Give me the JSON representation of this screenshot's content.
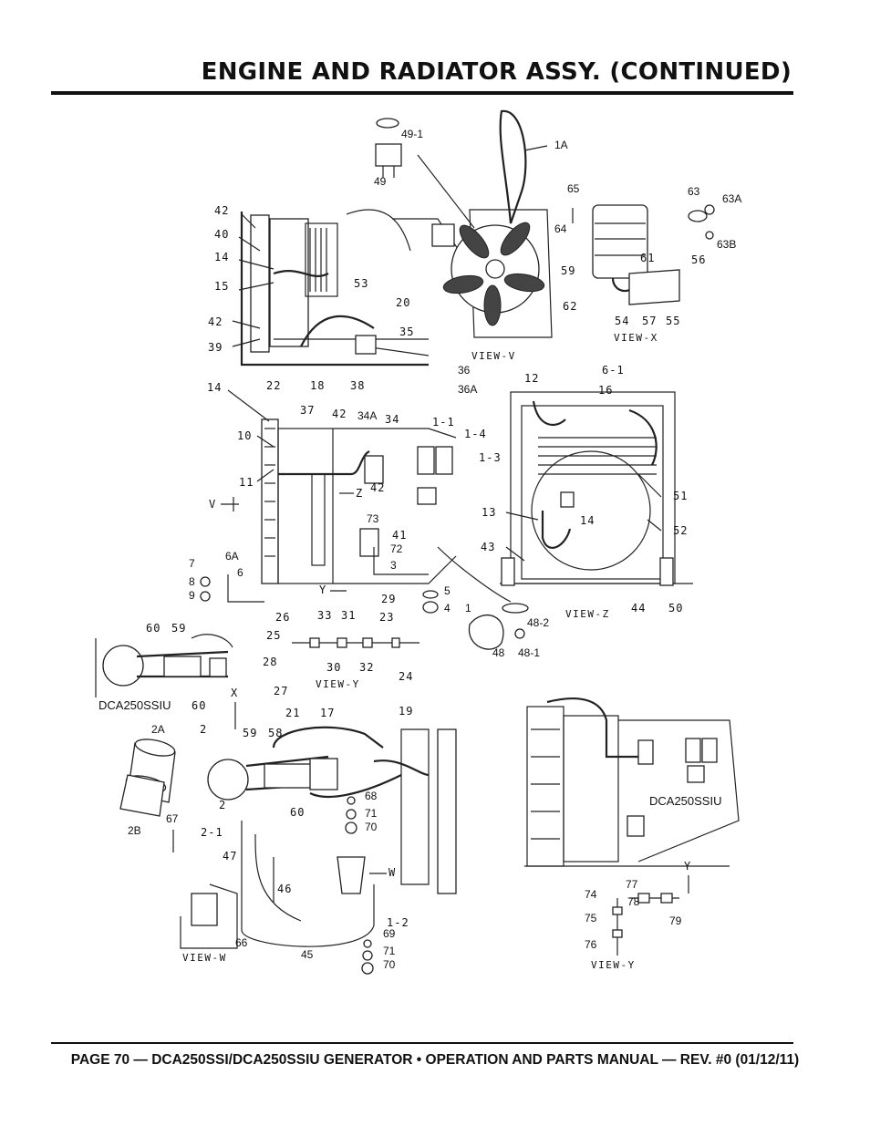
{
  "page": {
    "title": "ENGINE AND RADIATOR ASSY. (CONTINUED)",
    "footer": "PAGE 70 — DCA250SSI/DCA250SSIU GENERATOR • OPERATION AND PARTS MANUAL — REV. #0 (01/12/11)"
  },
  "diagram": {
    "views": [
      "VIEW-V",
      "VIEW-X",
      "VIEW-Y",
      "VIEW-Z",
      "VIEW-Y",
      "VIEW-W"
    ],
    "model_tags": [
      "DCA250SSIU",
      "DCA250SSIU"
    ],
    "direction_markers": [
      "V",
      "Z",
      "Y",
      "X",
      "W",
      "Y"
    ],
    "callouts": [
      "49-1",
      "49",
      "1A",
      "65",
      "64",
      "63",
      "63A",
      "63B",
      "61",
      "56",
      "59",
      "62",
      "54",
      "57",
      "55",
      "42",
      "40",
      "14",
      "15",
      "53",
      "20",
      "42",
      "39",
      "35",
      "22",
      "18",
      "38",
      "36",
      "36A",
      "14",
      "37",
      "42",
      "34A",
      "34",
      "1-1",
      "1-4",
      "1-3",
      "10",
      "11",
      "42",
      "12",
      "6-1",
      "16",
      "51",
      "13",
      "14",
      "52",
      "43",
      "44",
      "50",
      "73",
      "41",
      "72",
      "3",
      "6A",
      "6",
      "7",
      "8",
      "9",
      "5",
      "4",
      "29",
      "1",
      "48-2",
      "48",
      "48-1",
      "26",
      "25",
      "33",
      "31",
      "23",
      "28",
      "30",
      "32",
      "27",
      "24",
      "60",
      "59",
      "60",
      "2A",
      "2",
      "59",
      "58",
      "21",
      "17",
      "19",
      "2",
      "2-1",
      "2B",
      "60",
      "68",
      "71",
      "70",
      "67",
      "47",
      "46",
      "1-2",
      "69",
      "71",
      "70",
      "66",
      "45",
      "74",
      "77",
      "78",
      "79",
      "75",
      "76"
    ]
  }
}
